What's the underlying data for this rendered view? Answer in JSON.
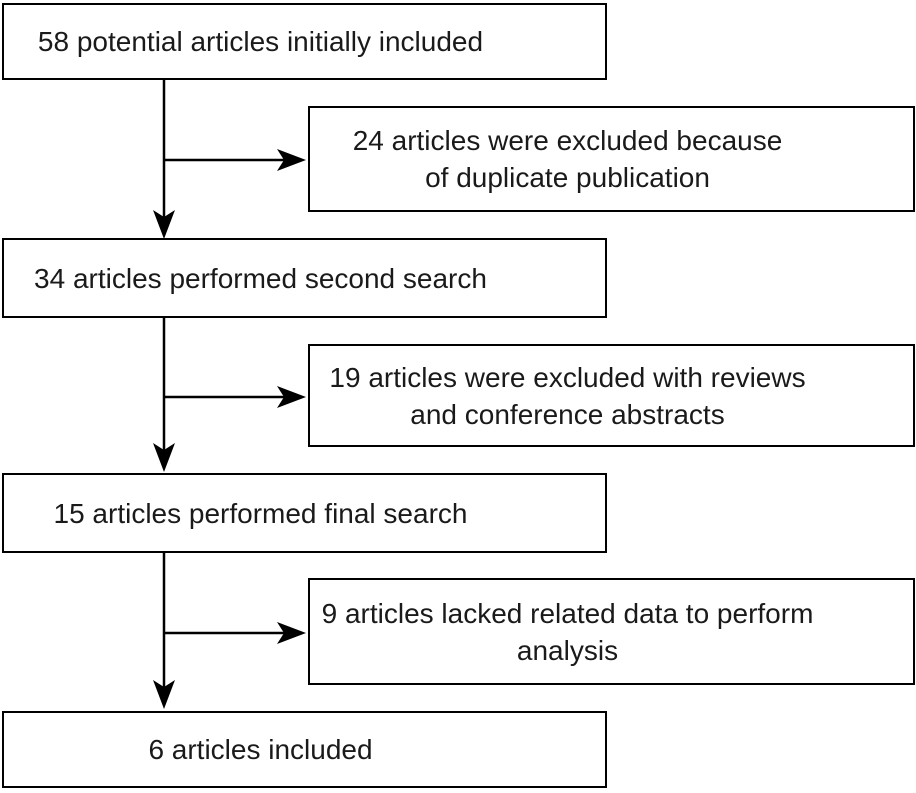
{
  "diagram": {
    "type": "flowchart",
    "description": "Article selection flow diagram",
    "colors": {
      "background": "#ffffff",
      "box_fill": "#ffffff",
      "box_border": "#000000",
      "line": "#000000",
      "text": "#1a1a1a"
    },
    "main_path": [
      {
        "id": "initial-included",
        "count": 58,
        "label": "58 potential articles initially included"
      },
      {
        "id": "second-search",
        "count": 34,
        "label": "34 articles performed second search"
      },
      {
        "id": "final-search",
        "count": 15,
        "label": "15 articles performed final search"
      },
      {
        "id": "included",
        "count": 6,
        "label": "6 articles included"
      }
    ],
    "exclusions": [
      {
        "id": "duplicate-publication",
        "count": 24,
        "label": "24 articles were excluded because\nof duplicate publication"
      },
      {
        "id": "reviews-abstracts",
        "count": 19,
        "label": "19 articles were excluded with reviews\nand conference abstracts"
      },
      {
        "id": "lacked-data",
        "count": 9,
        "label": "9 articles lacked related data to perform\nanalysis"
      }
    ]
  }
}
